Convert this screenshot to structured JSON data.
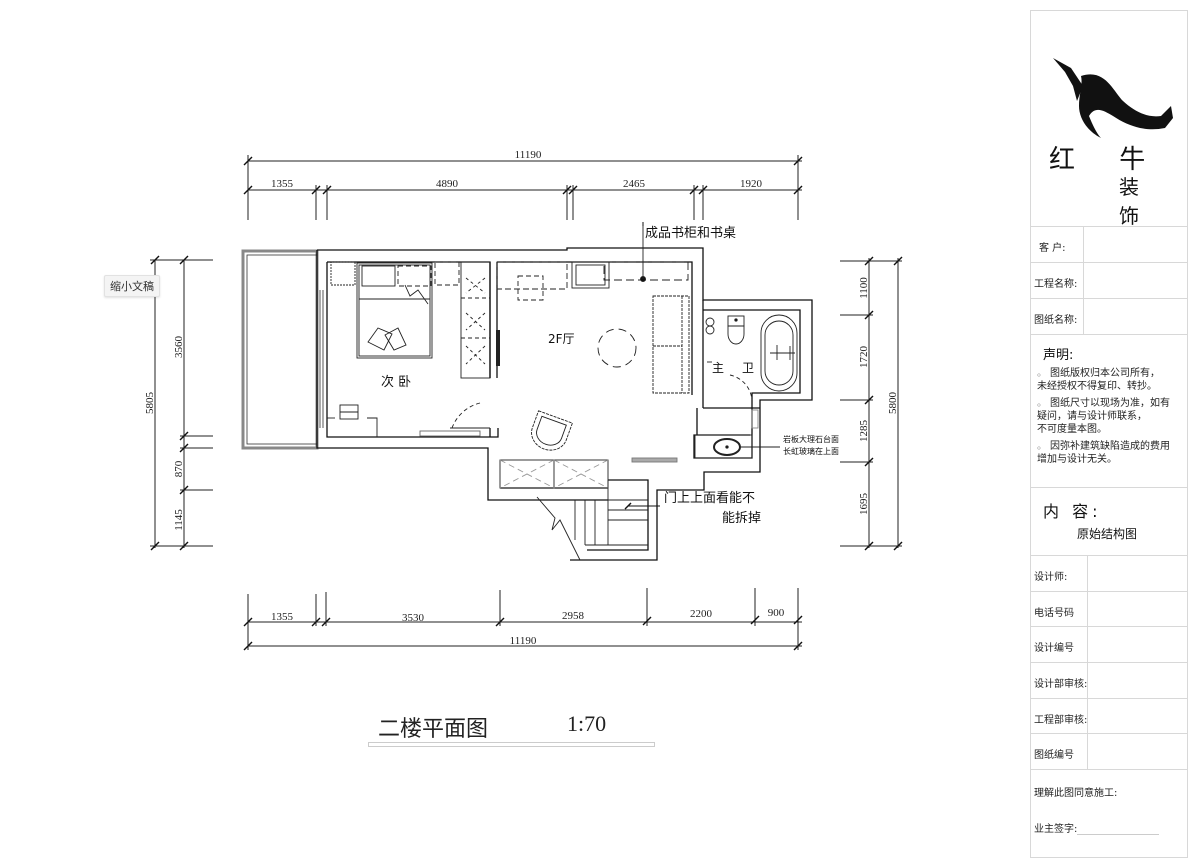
{
  "drawing": {
    "title": "二楼平面图",
    "scale": "1:70",
    "tooltip": "缩小文稿",
    "rooms": {
      "secondary_bedroom": "次  卧",
      "living_room": "2F厅",
      "master_bath_left": "主",
      "master_bath_right": "卫"
    },
    "annotations": {
      "bookshelf_desk": "成品书柜和书桌",
      "countertop_line1": "岩板大理石台面",
      "countertop_line2": "长虹玻璃在上面",
      "door_note_line1": "门上上面看能不",
      "door_note_line2": "能拆掉"
    },
    "dimensions": {
      "top_total": "11190",
      "top_segments": [
        "1355",
        "4890",
        "2465",
        "1920"
      ],
      "bottom_total": "11190",
      "bottom_segments": [
        "1355",
        "3530",
        "2958",
        "2200",
        "900"
      ],
      "left_total": "5805",
      "left_segments": [
        "3560",
        "870",
        "1145"
      ],
      "right_total": "5800",
      "right_segments": [
        "1100",
        "1720",
        "1285",
        "1695"
      ]
    }
  },
  "title_block": {
    "brand_line1": "红 牛",
    "brand_line2": "装 饰",
    "fields_top": [
      {
        "label": "客    户:",
        "value": ""
      },
      {
        "label": "工程名称:",
        "value": ""
      },
      {
        "label": "图纸名称:",
        "value": ""
      }
    ],
    "declaration_title": "声明:",
    "declarations": [
      "图纸版权归本公司所有，\n未经授权不得复印、转抄。",
      "图纸尺寸以现场为准，如有\n疑问，请与设计师联系，\n不可度量本图。",
      "因弥补建筑缺陷造成的费用\n增加与设计无关。"
    ],
    "content_label": "内 容:",
    "content_value": "原始结构图",
    "fields_bottom": [
      {
        "label": "设计师:",
        "value": ""
      },
      {
        "label": "电话号码",
        "value": ""
      },
      {
        "label": "设计编号",
        "value": ""
      },
      {
        "label": "设计部审核:",
        "value": ""
      },
      {
        "label": "工程部审核:",
        "value": ""
      },
      {
        "label": "图纸编号",
        "value": ""
      }
    ],
    "approve_label": "理解此图同意施工:",
    "owner_sign_label": "业主签字:"
  }
}
